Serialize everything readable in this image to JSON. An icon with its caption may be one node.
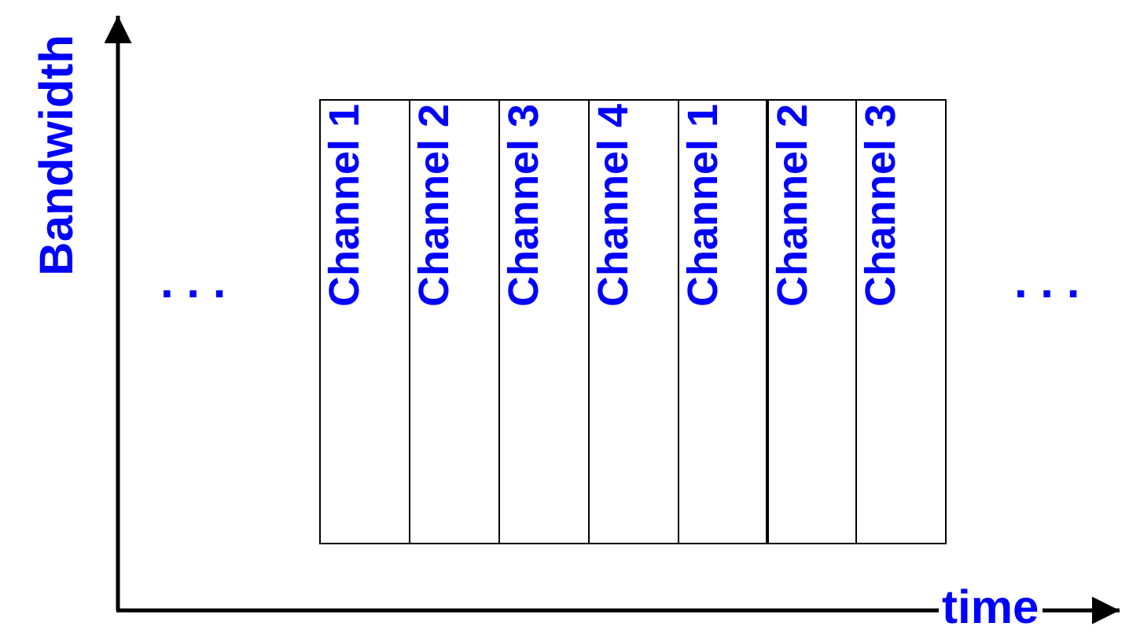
{
  "diagram": {
    "nodes": [
      {
        "text": [
          "Channel 1"
        ]
      },
      {
        "text": [
          "Channel 2"
        ]
      },
      {
        "text": [
          "Channel 3"
        ]
      },
      {
        "text": [
          "Channel 4"
        ]
      },
      {
        "text": [
          "Channel 1"
        ]
      },
      {
        "text": [
          "Channel 2"
        ]
      },
      {
        "text": [
          "Channel 3"
        ]
      }
    ],
    "edges": [],
    "labels": [
      "Bandwidth",
      ". . .",
      ". . .",
      "time"
    ]
  }
}
